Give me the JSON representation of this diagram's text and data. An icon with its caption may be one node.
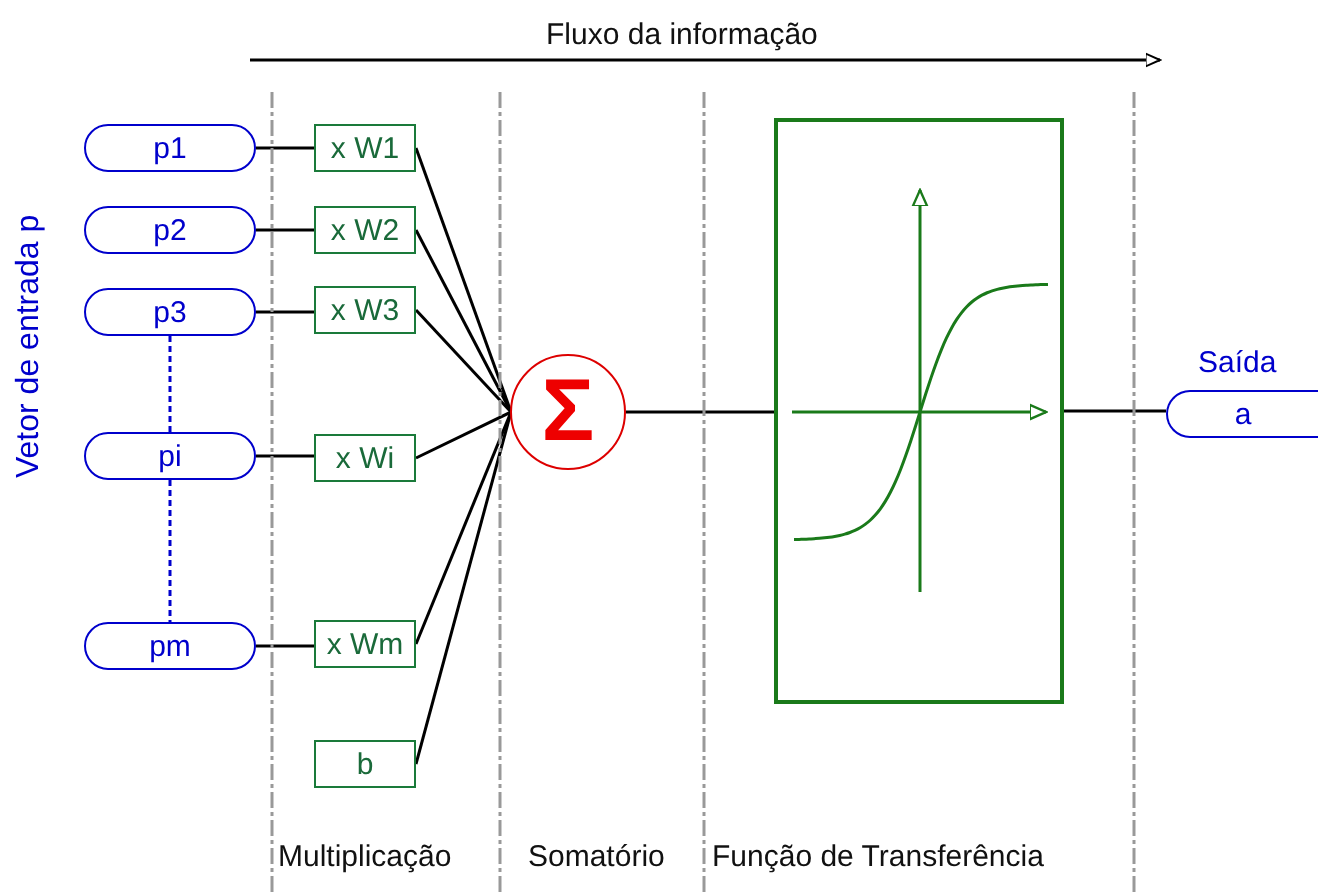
{
  "diagram": {
    "nodes": [
      {
        "text": [
          "p1"
        ]
      },
      {
        "text": [
          "p2"
        ]
      },
      {
        "text": [
          "p3"
        ]
      },
      {
        "text": [
          "pi"
        ]
      },
      {
        "text": [
          "pm"
        ]
      },
      {
        "text": [
          "x W1"
        ]
      },
      {
        "text": [
          "x W2"
        ]
      },
      {
        "text": [
          "x W3"
        ]
      },
      {
        "text": [
          "x Wi"
        ]
      },
      {
        "text": [
          "x Wm"
        ]
      },
      {
        "text": [
          "b"
        ]
      },
      {
        "text": [
          "Σ"
        ]
      },
      {
        "text": [],
        "shape": "box"
      },
      {
        "text": [
          "a"
        ],
        "beside": [
          "Saída"
        ]
      }
    ],
    "edges": [
      {
        "from": 0,
        "to": 5,
        "arrow": "none"
      },
      {
        "from": 1,
        "to": 6,
        "arrow": "none"
      },
      {
        "from": 2,
        "to": 7,
        "arrow": "none"
      },
      {
        "from": 3,
        "to": 8,
        "arrow": "none"
      },
      {
        "from": 4,
        "to": 9,
        "arrow": "none"
      },
      {
        "from": 2,
        "to": 3,
        "arrow": "none",
        "style": "dashed",
        "color": "#0000cc"
      },
      {
        "from": 3,
        "to": 4,
        "arrow": "none",
        "style": "dashed",
        "color": "#0000cc"
      },
      {
        "from": 5,
        "to": 11,
        "arrow": "none"
      },
      {
        "from": 6,
        "to": 11,
        "arrow": "none"
      },
      {
        "from": 7,
        "to": 11,
        "arrow": "none"
      },
      {
        "from": 8,
        "to": 11,
        "arrow": "none"
      },
      {
        "from": 9,
        "to": 11,
        "arrow": "none"
      },
      {
        "from": 10,
        "to": 11,
        "arrow": "none"
      },
      {
        "from": 11,
        "to": 12,
        "arrow": "none"
      },
      {
        "from": 12,
        "to": 13,
        "arrow": "none"
      }
    ],
    "labels": [
      "Fluxo da informação",
      "Vetor de entrada p",
      "Multiplicação",
      "Somatório",
      "Função de Transferência"
    ]
  }
}
